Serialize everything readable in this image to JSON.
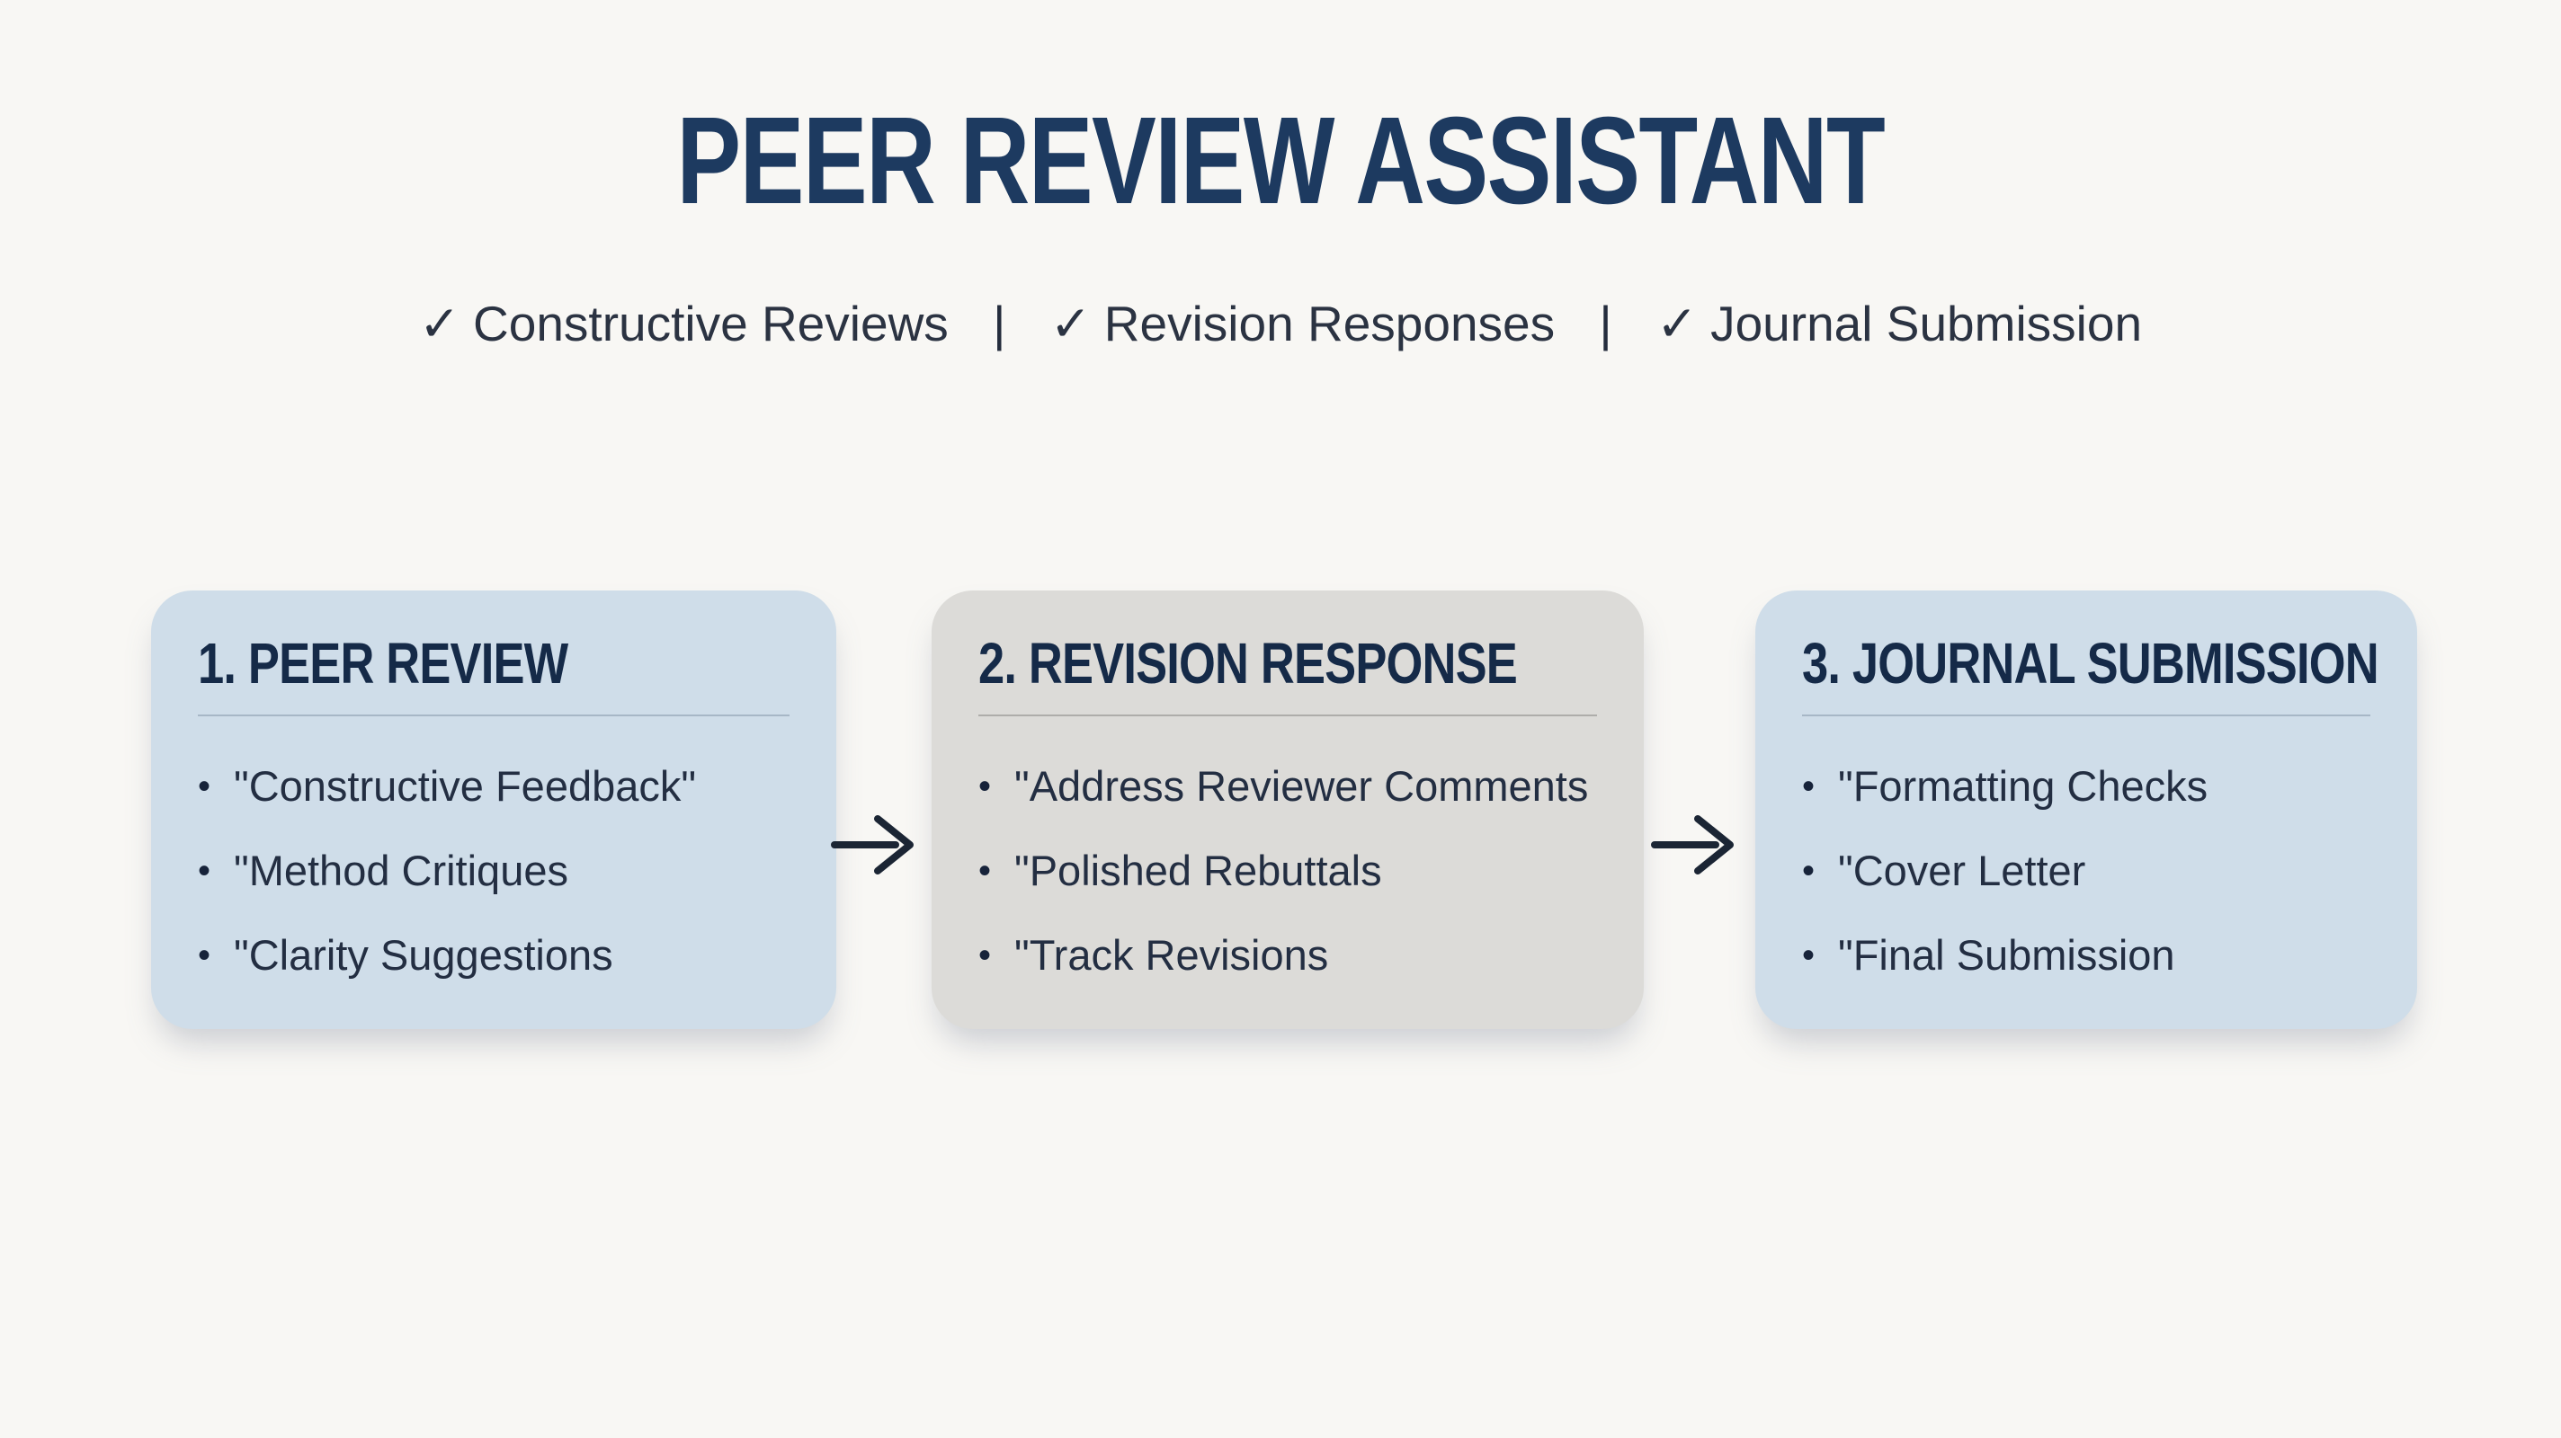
{
  "header": {
    "title": "PEER REVIEW ASSISTANT",
    "subtitle_items": [
      "Constructive Reviews",
      "Revision Responses",
      "Journal Submission"
    ]
  },
  "glyphs": {
    "check": "✓",
    "separator": "|",
    "bullet": "•",
    "arrow": "→"
  },
  "boxes": [
    {
      "title": "1. PEER REVIEW",
      "bullets": [
        "\"Constructive Feedback\"",
        "\"Method Critiques",
        "\"Clarity Suggestions"
      ]
    },
    {
      "title": "2. REVISION RESPONSE",
      "bullets": [
        "\"Address Reviewer Comments",
        "\"Polished Rebuttals",
        "\"Track Revisions"
      ]
    },
    {
      "title": "3. JOURNAL SUBMISSION",
      "bullets": [
        "\"Formatting Checks",
        "\"Cover Letter",
        "\"Final Submission"
      ]
    }
  ],
  "colors": {
    "background": "#f8f7f4",
    "title_navy": "#1d3a60",
    "subtitle_slate": "#2b3342",
    "card_blue": "#cfdde9",
    "card_grey": "#dcdbd8",
    "card_heading_navy": "#152a48",
    "bullet_text": "#232e42",
    "divider_blue": "#a7b7c6",
    "divider_grey": "#aeadaa",
    "arrow_dark": "#1b2534"
  }
}
